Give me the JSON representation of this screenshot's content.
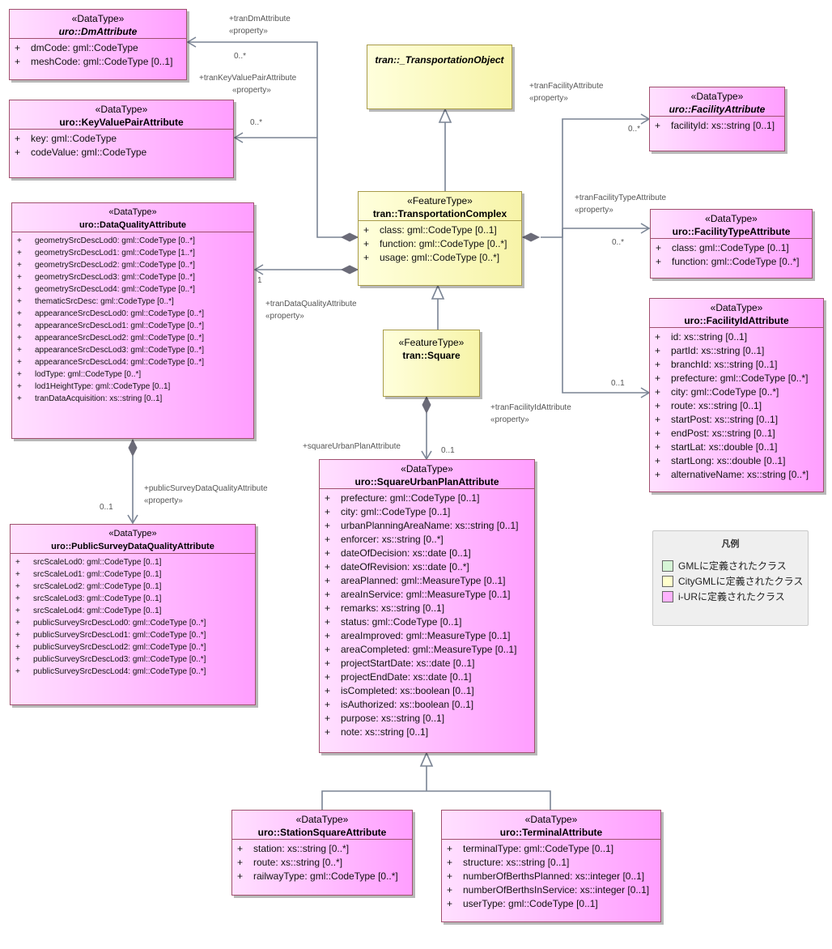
{
  "legend": {
    "title": "凡例",
    "items": [
      {
        "label": "GMLに定義されたクラス",
        "color": "#d6f5d6"
      },
      {
        "label": "CityGMLに定義されたクラス",
        "color": "#ffffcc"
      },
      {
        "label": "i-URに定義されたクラス",
        "color": "#ffb3ff"
      }
    ]
  },
  "classes": {
    "dm": {
      "stereotype": "«DataType»",
      "name": "uro::DmAttribute",
      "attributes": [
        "dmCode: gml::CodeType",
        "meshCode: gml::CodeType [0..1]"
      ]
    },
    "kvp": {
      "stereotype": "«DataType»",
      "name": "uro::KeyValuePairAttribute",
      "attributes": [
        "key: gml::CodeType",
        "codeValue: gml::CodeType"
      ]
    },
    "dq": {
      "stereotype": "«DataType»",
      "name": "uro::DataQualityAttribute",
      "attributes": [
        "geometrySrcDescLod0: gml::CodeType [0..*]",
        "geometrySrcDescLod1: gml::CodeType [1..*]",
        "geometrySrcDescLod2: gml::CodeType [0..*]",
        "geometrySrcDescLod3: gml::CodeType [0..*]",
        "geometrySrcDescLod4: gml::CodeType [0..*]",
        "thematicSrcDesc: gml::CodeType [0..*]",
        "appearanceSrcDescLod0: gml::CodeType [0..*]",
        "appearanceSrcDescLod1: gml::CodeType [0..*]",
        "appearanceSrcDescLod2: gml::CodeType [0..*]",
        "appearanceSrcDescLod3: gml::CodeType [0..*]",
        "appearanceSrcDescLod4: gml::CodeType [0..*]",
        "lodType: gml::CodeType [0..*]",
        "lod1HeightType: gml::CodeType [0..1]",
        "tranDataAcquisition: xs::string [0..1]"
      ]
    },
    "psdq": {
      "stereotype": "«DataType»",
      "name": "uro::PublicSurveyDataQualityAttribute",
      "attributes": [
        "srcScaleLod0: gml::CodeType [0..1]",
        "srcScaleLod1: gml::CodeType [0..1]",
        "srcScaleLod2: gml::CodeType [0..1]",
        "srcScaleLod3: gml::CodeType [0..1]",
        "srcScaleLod4: gml::CodeType [0..1]",
        "publicSurveySrcDescLod0: gml::CodeType [0..*]",
        "publicSurveySrcDescLod1: gml::CodeType [0..*]",
        "publicSurveySrcDescLod2: gml::CodeType [0..*]",
        "publicSurveySrcDescLod3: gml::CodeType [0..*]",
        "publicSurveySrcDescLod4: gml::CodeType [0..*]"
      ]
    },
    "to": {
      "name": "tran::_TransportationObject"
    },
    "tc": {
      "stereotype": "«FeatureType»",
      "name": "tran::TransportationComplex",
      "attributes": [
        "class: gml::CodeType [0..1]",
        "function: gml::CodeType [0..*]",
        "usage: gml::CodeType [0..*]"
      ]
    },
    "sq": {
      "stereotype": "«FeatureType»",
      "name": "tran::Square"
    },
    "fa": {
      "stereotype": "«DataType»",
      "name": "uro::FacilityAttribute",
      "attributes": [
        "facilityId: xs::string [0..1]"
      ]
    },
    "fta": {
      "stereotype": "«DataType»",
      "name": "uro::FacilityTypeAttribute",
      "attributes": [
        "class: gml::CodeType [0..1]",
        "function: gml::CodeType [0..*]"
      ]
    },
    "fia": {
      "stereotype": "«DataType»",
      "name": "uro::FacilityIdAttribute",
      "attributes": [
        "id: xs::string [0..1]",
        "partId: xs::string [0..1]",
        "branchId: xs::string [0..1]",
        "prefecture: gml::CodeType [0..*]",
        "city: gml::CodeType [0..*]",
        "route: xs::string [0..1]",
        "startPost: xs::string [0..1]",
        "endPost: xs::string [0..1]",
        "startLat: xs::double [0..1]",
        "startLong: xs::double [0..1]",
        "alternativeName: xs::string [0..*]"
      ]
    },
    "supa": {
      "stereotype": "«DataType»",
      "name": "uro::SquareUrbanPlanAttribute",
      "attributes": [
        "prefecture: gml::CodeType [0..1]",
        "city: gml::CodeType [0..1]",
        "urbanPlanningAreaName: xs::string [0..1]",
        "enforcer: xs::string [0..*]",
        "dateOfDecision: xs::date [0..1]",
        "dateOfRevision: xs::date [0..*]",
        "areaPlanned: gml::MeasureType [0..1]",
        "areaInService: gml::MeasureType [0..1]",
        "remarks: xs::string [0..1]",
        "status: gml::CodeType [0..1]",
        "areaImproved: gml::MeasureType [0..1]",
        "areaCompleted: gml::MeasureType [0..1]",
        "projectStartDate: xs::date [0..1]",
        "projectEndDate: xs::date [0..1]",
        "isCompleted: xs::boolean [0..1]",
        "isAuthorized: xs::boolean [0..1]",
        "purpose: xs::string [0..1]",
        "note: xs::string [0..1]"
      ]
    },
    "ssa": {
      "stereotype": "«DataType»",
      "name": "uro::StationSquareAttribute",
      "attributes": [
        "station: xs::string [0..*]",
        "route: xs::string [0..*]",
        "railwayType: gml::CodeType [0..*]"
      ]
    },
    "ta": {
      "stereotype": "«DataType»",
      "name": "uro::TerminalAttribute",
      "attributes": [
        "terminalType: gml::CodeType [0..1]",
        "structure: xs::string [0..1]",
        "numberOfBerthsPlanned: xs::integer [0..1]",
        "numberOfBerthsInService: xs::integer [0..1]",
        "userType: gml::CodeType [0..1]"
      ]
    }
  },
  "labels": {
    "dm_role": "+tranDmAttribute",
    "dm_prop": "«property»",
    "dm_mult": "0..*",
    "kvp_role": "+tranKeyValuePairAttribute",
    "kvp_prop": "«property»",
    "kvp_mult": "0..*",
    "dq_role": "+tranDataQualityAttribute",
    "dq_prop": "«property»",
    "dq_mult": "1",
    "psdq_role": "+publicSurveyDataQualityAttribute",
    "psdq_prop": "«property»",
    "psdq_mult": "0..1",
    "fa_role": "+tranFacilityAttribute",
    "fa_prop": "«property»",
    "fa_mult": "0..*",
    "fta_role": "+tranFacilityTypeAttribute",
    "fta_prop": "«property»",
    "fta_mult": "0..*",
    "fia_role": "+tranFacilityIdAttribute",
    "fia_prop": "«property»",
    "fia_mult": "0..1",
    "supa_role": "+squareUrbanPlanAttribute",
    "supa_mult": "0..1"
  },
  "attr_marker": "+"
}
